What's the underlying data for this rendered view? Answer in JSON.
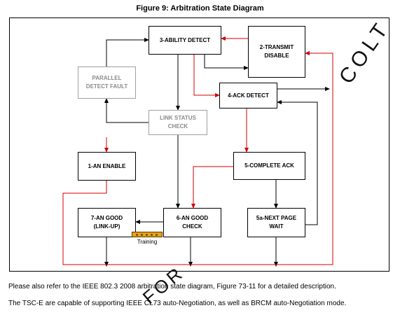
{
  "figure_title": "Figure 9:  Arbitration State Diagram",
  "states": {
    "ability_detect": "3-ABILITY DETECT",
    "transmit_disable": "2-TRANSMIT\nDISABLE",
    "parallel_detect_fault": "PARALLEL\nDETECT FAULT",
    "ack_detect": "4-ACK DETECT",
    "link_status_check": "LINK STATUS\nCHECK",
    "an_enable": "1-AN ENABLE",
    "complete_ack": "5-COMPLETE ACK",
    "an_good": "7-AN GOOD\n(LINK-UP)",
    "an_good_check": "6-AN GOOD\nCHECK",
    "next_page_wait": "5a-NEXT PAGE\nWAIT"
  },
  "training_label": "Training",
  "paragraphs": [
    "Please also refer to the IEEE 802.3 2008 arbitration state diagram, Figure 73-11 for a detailed description.",
    "The TSC-E are capable of supporting IEEE CL73 auto-Negotiation, as well as BRCM auto-Negotiation mode."
  ],
  "watermark": {
    "top_right": "COLT",
    "bottom": "FOR"
  },
  "colors": {
    "red_transition": "#d40000",
    "black_transition": "#000000",
    "inactive_state": "#8a8a8a",
    "training_bar": "#e8a317"
  }
}
